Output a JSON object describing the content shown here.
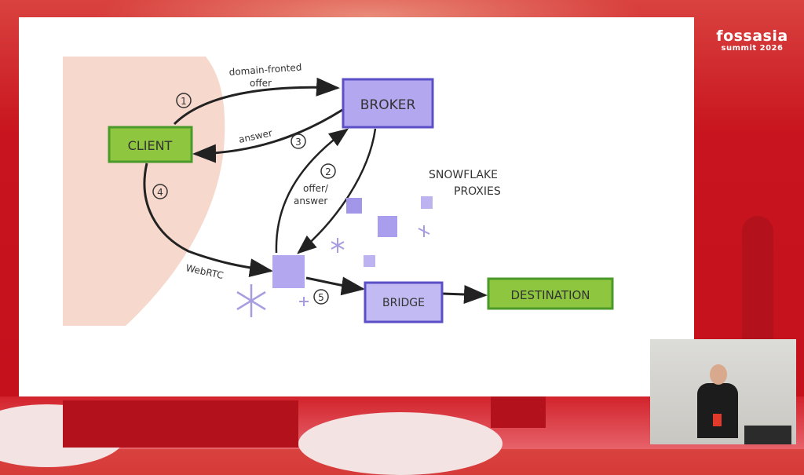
{
  "event_logo": {
    "name": "fossasia",
    "subtitle": "summit 2026"
  },
  "colors": {
    "background": "#c8141e",
    "client_box": "#8ec63f",
    "node_box": "#b3a8ef",
    "blob": "#f7d8cc"
  },
  "diagram": {
    "nodes": {
      "client": "CLIENT",
      "broker": "BROKER",
      "bridge": "BRIDGE",
      "destination": "DESTINATION",
      "proxies_label_1": "SNOWFLAKE",
      "proxies_label_2": "PROXIES"
    },
    "edges": {
      "step1_num": "1",
      "step1_label_1": "domain-fronted",
      "step1_label_2": "offer",
      "step2_num": "2",
      "step2_label_1": "offer/",
      "step2_label_2": "answer",
      "step3_num": "3",
      "step3_label": "answer",
      "step4_num": "4",
      "step4_label": "WebRTC",
      "step5_num": "5"
    }
  }
}
